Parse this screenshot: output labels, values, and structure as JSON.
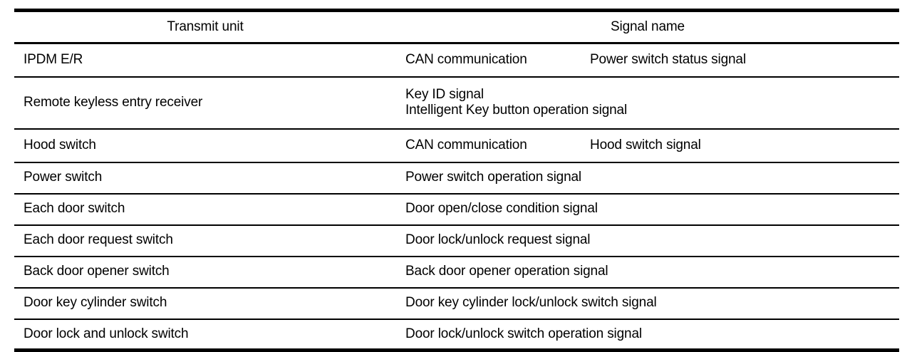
{
  "table": {
    "columns": [
      {
        "id": "transmit_unit",
        "label": "Transmit unit"
      },
      {
        "id": "signal_name",
        "label": "Signal name"
      }
    ],
    "rows": [
      {
        "unit": "IPDM E/R",
        "split": true,
        "signal_left": "CAN communication",
        "signal_right": "Power switch status signal"
      },
      {
        "unit": "Remote keyless entry receiver",
        "split": false,
        "signal": "Key ID signal\nIntelligent Key button operation signal"
      },
      {
        "unit": "Hood switch",
        "split": true,
        "signal_left": "CAN communication",
        "signal_right": "Hood switch signal"
      },
      {
        "unit": "Power switch",
        "split": false,
        "signal": "Power switch operation signal"
      },
      {
        "unit": "Each door switch",
        "split": false,
        "signal": "Door open/close condition signal"
      },
      {
        "unit": "Each door request switch",
        "split": false,
        "signal": "Door lock/unlock request signal"
      },
      {
        "unit": "Back door opener switch",
        "split": false,
        "signal": "Back door opener operation signal"
      },
      {
        "unit": "Door key cylinder switch",
        "split": false,
        "signal": "Door key cylinder lock/unlock switch signal"
      },
      {
        "unit": "Door lock and unlock switch",
        "split": false,
        "signal": "Door lock/unlock switch operation signal"
      }
    ]
  },
  "style": {
    "text_color": "#000000",
    "background_color": "#ffffff",
    "rule_color": "#000000"
  }
}
